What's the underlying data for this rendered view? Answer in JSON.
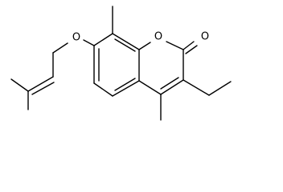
{
  "molecule": {
    "atoms": {
      "ether_oxygen": "O",
      "ring_oxygen": "O",
      "carbonyl_oxygen": "O"
    },
    "colors": {
      "bond": "#000000",
      "background": "#ffffff"
    }
  }
}
